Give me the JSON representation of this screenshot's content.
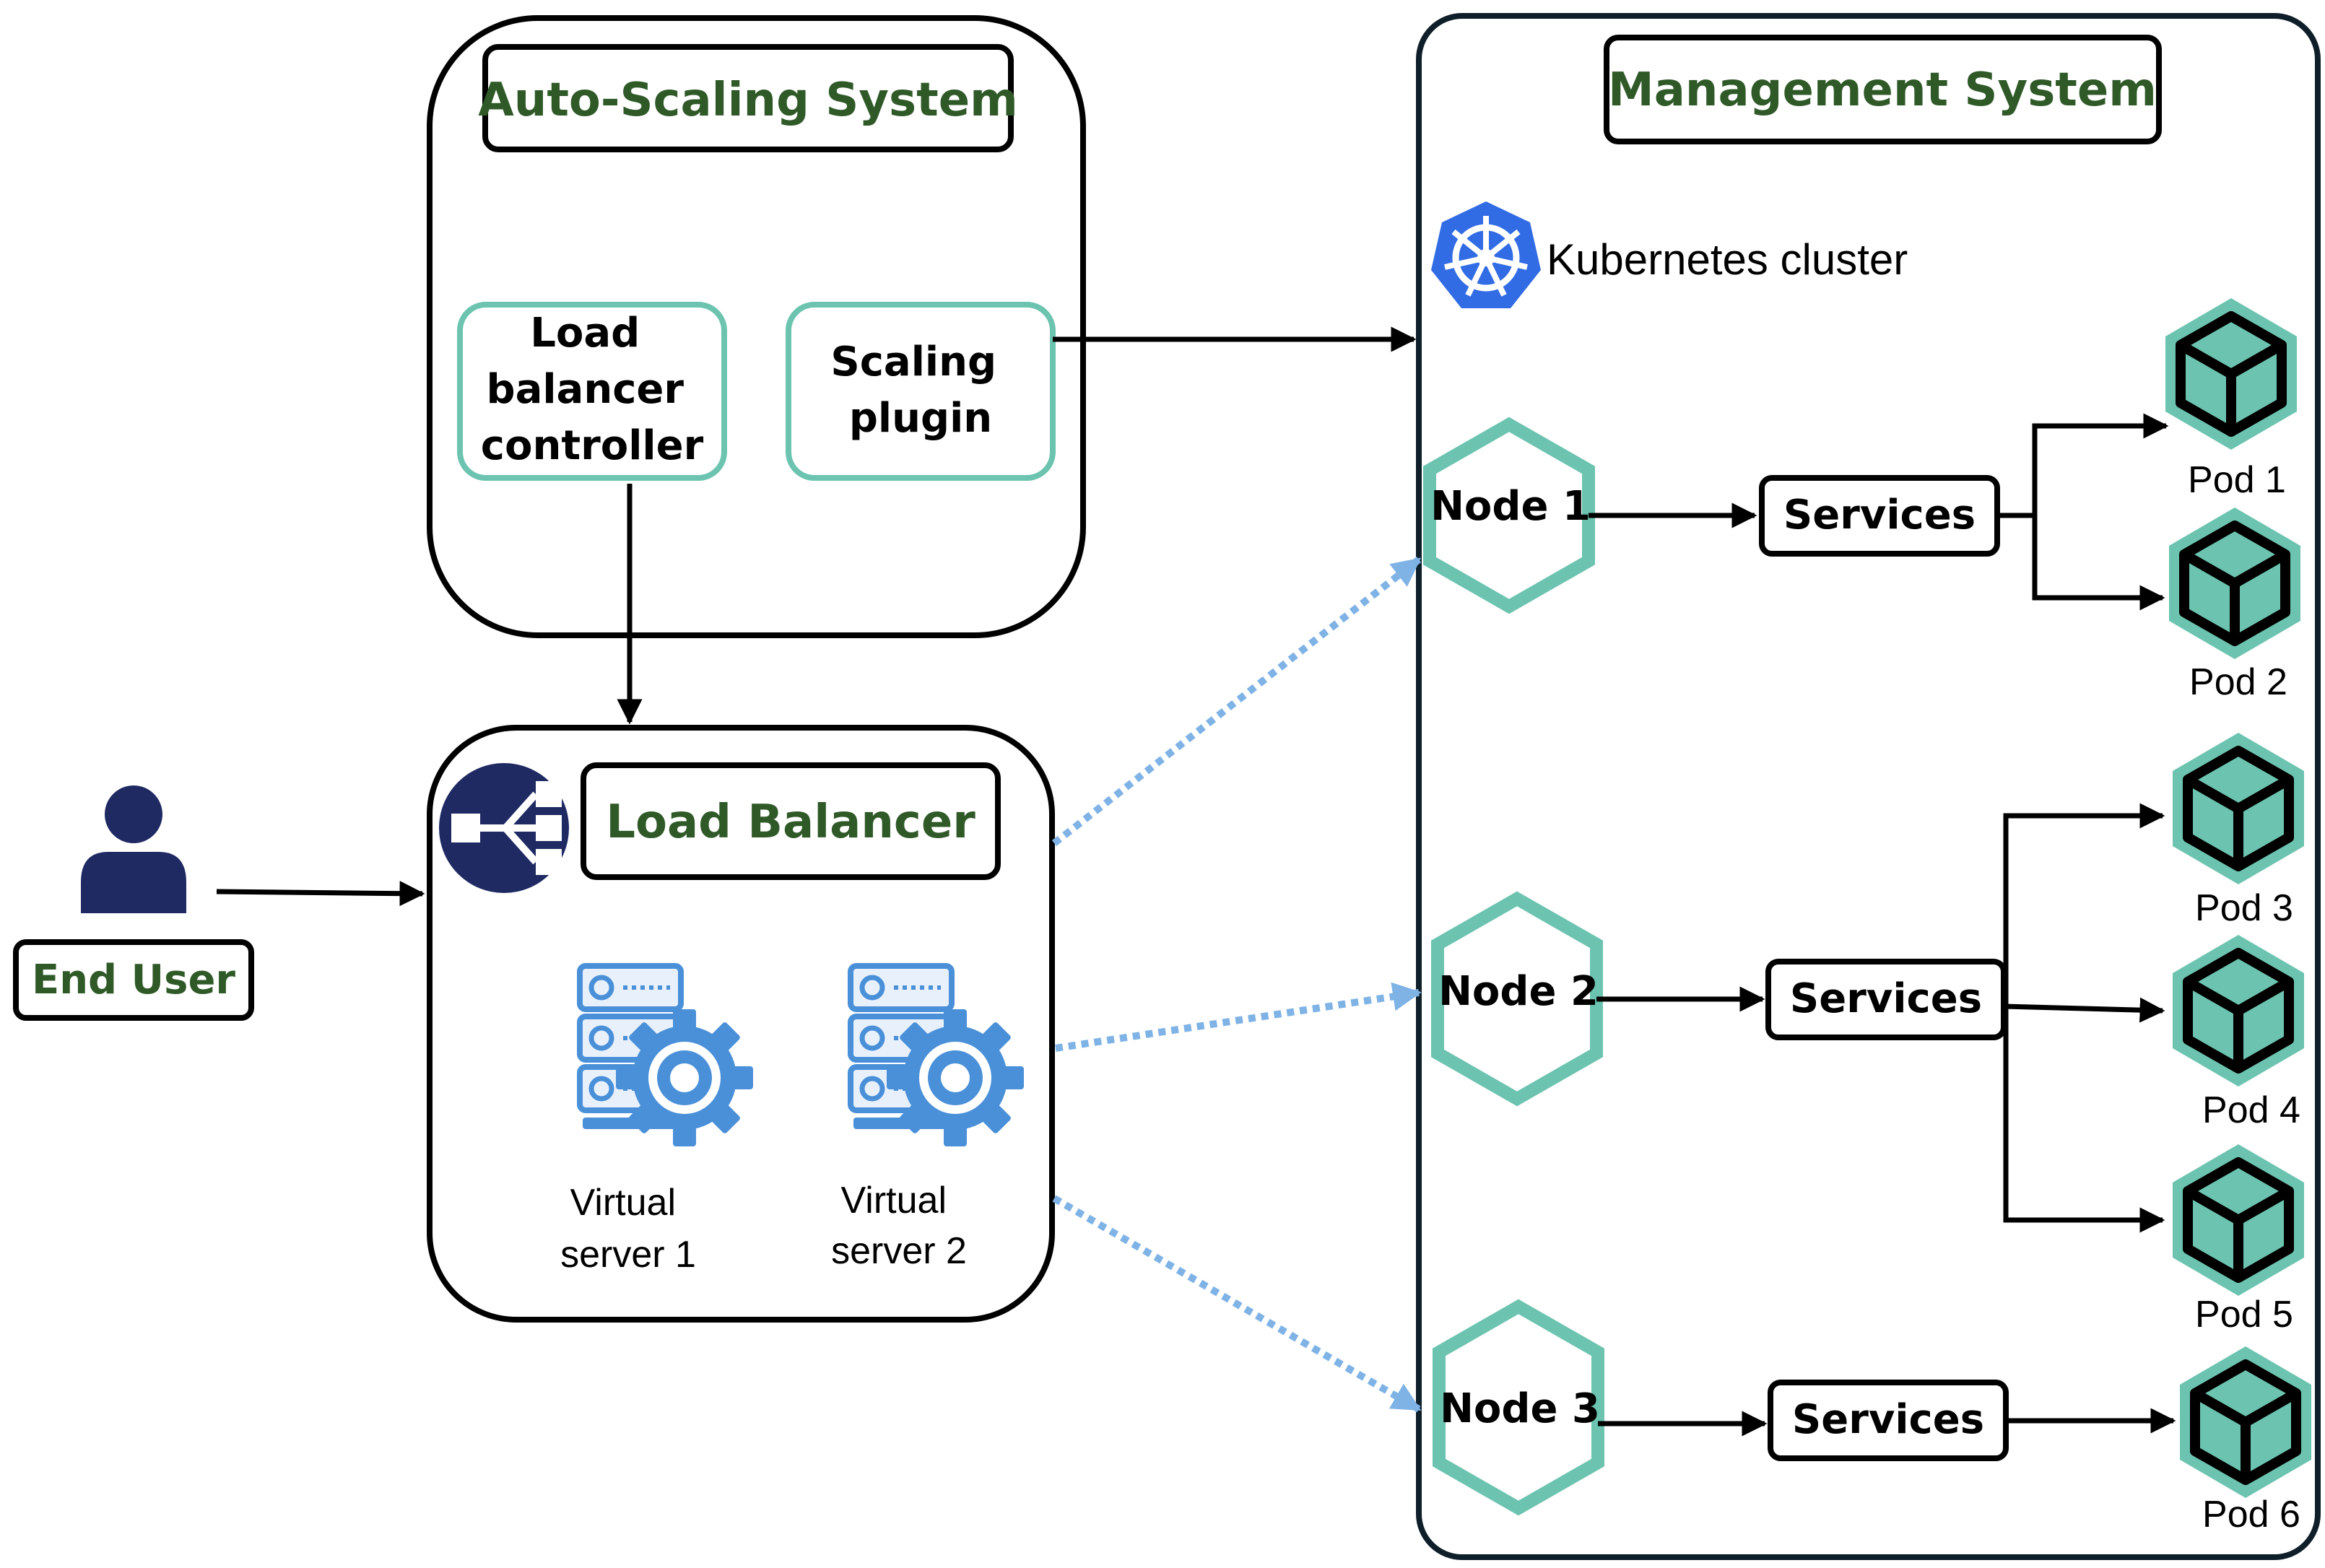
{
  "auto_scaling": {
    "title": "Auto-Scaling System",
    "lb_controller": [
      "Load",
      "balancer",
      "controller"
    ],
    "scaling_plugin": [
      "Scaling",
      "plugin"
    ]
  },
  "load_balancer": {
    "title": "Load Balancer",
    "servers": [
      {
        "label": [
          "Virtual",
          "server 1"
        ]
      },
      {
        "label": [
          "Virtual",
          "server 2"
        ]
      }
    ]
  },
  "end_user": {
    "label": "End User"
  },
  "management": {
    "title": "Management System",
    "cluster_label": "Kubernetes cluster",
    "nodes": [
      {
        "label": "Node 1",
        "services": "Services",
        "pods": [
          "Pod 1",
          "Pod 2"
        ]
      },
      {
        "label": "Node 2",
        "services": "Services",
        "pods": [
          "Pod 3",
          "Pod 4",
          "Pod 5"
        ]
      },
      {
        "label": "Node 3",
        "services": "Services",
        "pods": [
          "Pod 6"
        ]
      }
    ]
  },
  "colors": {
    "teal": "#6cc4b0",
    "green_text": "#2f5a28",
    "navy": "#1f2a63",
    "server_blue": "#4a90d9",
    "dotted_blue": "#7fb3e6",
    "k8s_blue": "#326ce5"
  }
}
